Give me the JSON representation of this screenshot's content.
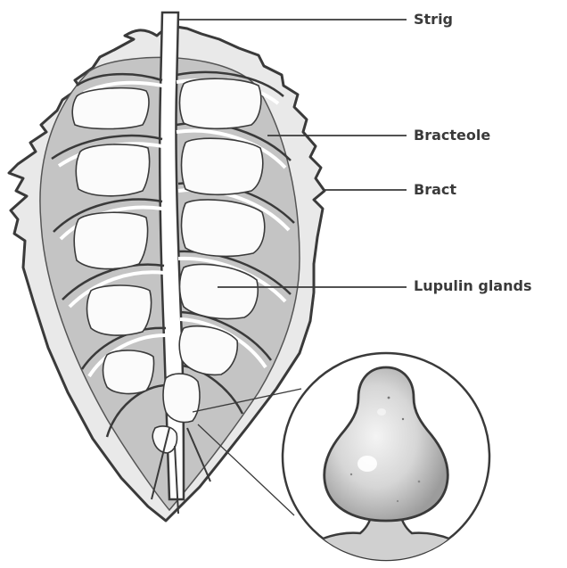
{
  "labels": {
    "strig": "Strig",
    "bracteole": "Bracteole",
    "bract": "Bract",
    "lupulin_glands": "Lupulin glands"
  },
  "colors": {
    "ink": "#3a3a3a",
    "bract_fill": "#e9e9e9",
    "gland_fill": "#fbfbfb",
    "pocket_fill": "#b9b9b9",
    "gland_drop_fill": "#d4d4d4"
  }
}
